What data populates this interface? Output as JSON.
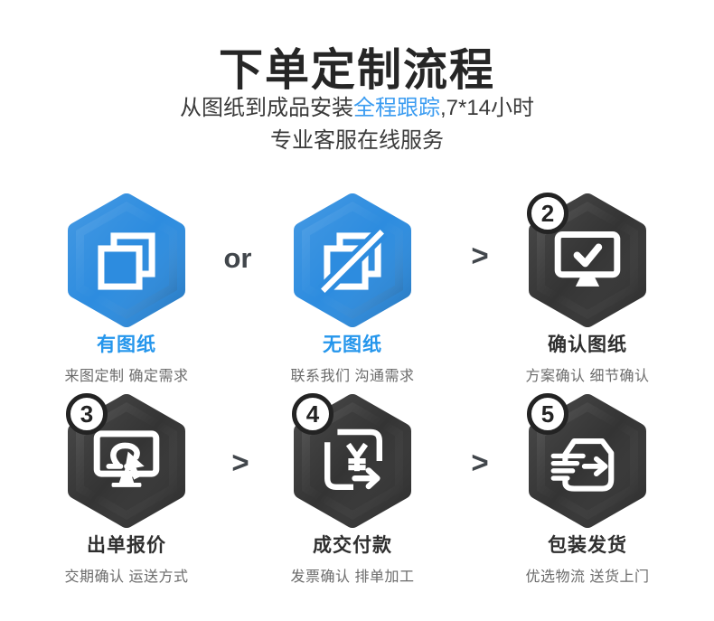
{
  "header": {
    "title": "下单定制流程",
    "subtitle_pre": "从图纸到成品安装",
    "subtitle_highlight": "全程跟踪",
    "subtitle_post": ",7*14小时",
    "subtitle_line2": "专业客服在线服务"
  },
  "connectors": {
    "or": "or",
    "arrow": ">"
  },
  "steps": [
    {
      "badge": "",
      "title": "有图纸",
      "desc": "来图定制 确定需求",
      "icon": "drawings-icon"
    },
    {
      "badge": "",
      "title": "无图纸",
      "desc": "联系我们 沟通需求",
      "icon": "no-drawings-icon"
    },
    {
      "badge": "2",
      "title": "确认图纸",
      "desc": "方案确认 细节确认",
      "icon": "monitor-check-icon"
    },
    {
      "badge": "3",
      "title": "出单报价",
      "desc": "交期确认 运送方式",
      "icon": "monitor-cursor-icon"
    },
    {
      "badge": "4",
      "title": "成交付款",
      "desc": "发票确认 排单加工",
      "icon": "payment-yen-arrow-icon"
    },
    {
      "badge": "5",
      "title": "包装发货",
      "desc": "优选物流 送货上门",
      "icon": "package-shipping-icon"
    }
  ],
  "colors": {
    "hex_blue": "#2d8cdf",
    "hex_dark": "#343434",
    "blue_text": "#2596ec",
    "highlight_blue": "#3b9cf1",
    "title_text": "#262626",
    "heading_text": "#2f2f2f",
    "body_text": "#3a3a3a",
    "muted_text": "#6b6b6b",
    "badge_ring": "#232323",
    "connector_text": "#41464b"
  }
}
